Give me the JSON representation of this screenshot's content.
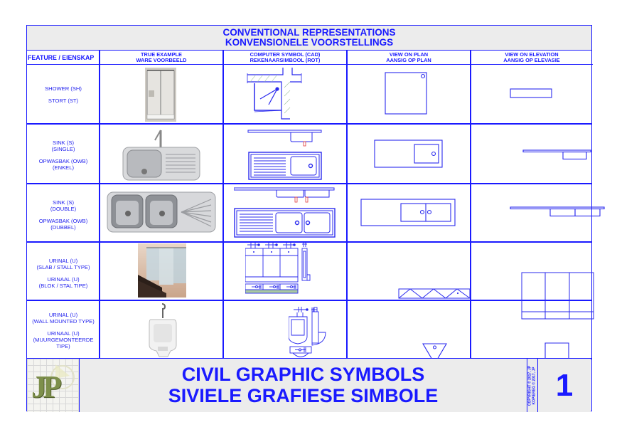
{
  "header": {
    "title_line1": "CONVENTIONAL REPRESENTATIONS",
    "title_line2": "KONVENSIONELE VOORSTELLINGS"
  },
  "columns": [
    {
      "line1": "FEATURE / EIENSKAP",
      "line2": ""
    },
    {
      "line1": "TRUE EXAMPLE",
      "line2": "WARE VOORBEELD"
    },
    {
      "line1": "COMPUTER SYMBOL (CAD)",
      "line2": "REKENAARSIMBOOL (ROT)"
    },
    {
      "line1": "VIEW ON PLAN",
      "line2": "AANSIG OP PLAN"
    },
    {
      "line1": "VIEW ON ELEVATION",
      "line2": "AANSIG OP ELEVASIE"
    }
  ],
  "rows": [
    {
      "en": [
        "SHOWER (SH)"
      ],
      "af": [
        "STORT (ST)"
      ],
      "photo": "shower-photo",
      "symbol": "shower"
    },
    {
      "en": [
        "SINK (S)",
        "(SINGLE)"
      ],
      "af": [
        "OPWASBAK (OWB)",
        "(ENKEL)"
      ],
      "photo": "single-sink-photo",
      "symbol": "sink-single"
    },
    {
      "en": [
        "SINK (S)",
        "(DOUBLE)"
      ],
      "af": [
        "OPWASBAK (OWB)",
        "(DUBBEL)"
      ],
      "photo": "double-sink-photo",
      "symbol": "sink-double"
    },
    {
      "en": [
        "URINAL (U)",
        "(SLAB / STALL TYPE)"
      ],
      "af": [
        "URINAAL (U)",
        "(BLOK / STAL TIPE)"
      ],
      "photo": "slab-urinal-photo",
      "symbol": "urinal-slab"
    },
    {
      "en": [
        "URINAL (U)",
        "(WALL MOUNTED TYPE)"
      ],
      "af": [
        "URINAAL (U)",
        "(MUURGEMONTEERDE",
        "TIPE)"
      ],
      "photo": "wall-urinal-photo",
      "symbol": "urinal-wall"
    }
  ],
  "footer": {
    "logo_text": "JP",
    "title_line1": "CIVIL GRAPHIC SYMBOLS",
    "title_line2": "SIVIELE GRAFIESE SIMBOLE",
    "copyright_line1": "COPYRIGHT © 2017, JP",
    "copyright_line2": "KOPIEREG © 2017, JP",
    "sheet_number": "1"
  },
  "colors": {
    "line_blue": "#1a1aff",
    "band_grey": "#ececec",
    "logo_green": "#7d8f4a"
  }
}
